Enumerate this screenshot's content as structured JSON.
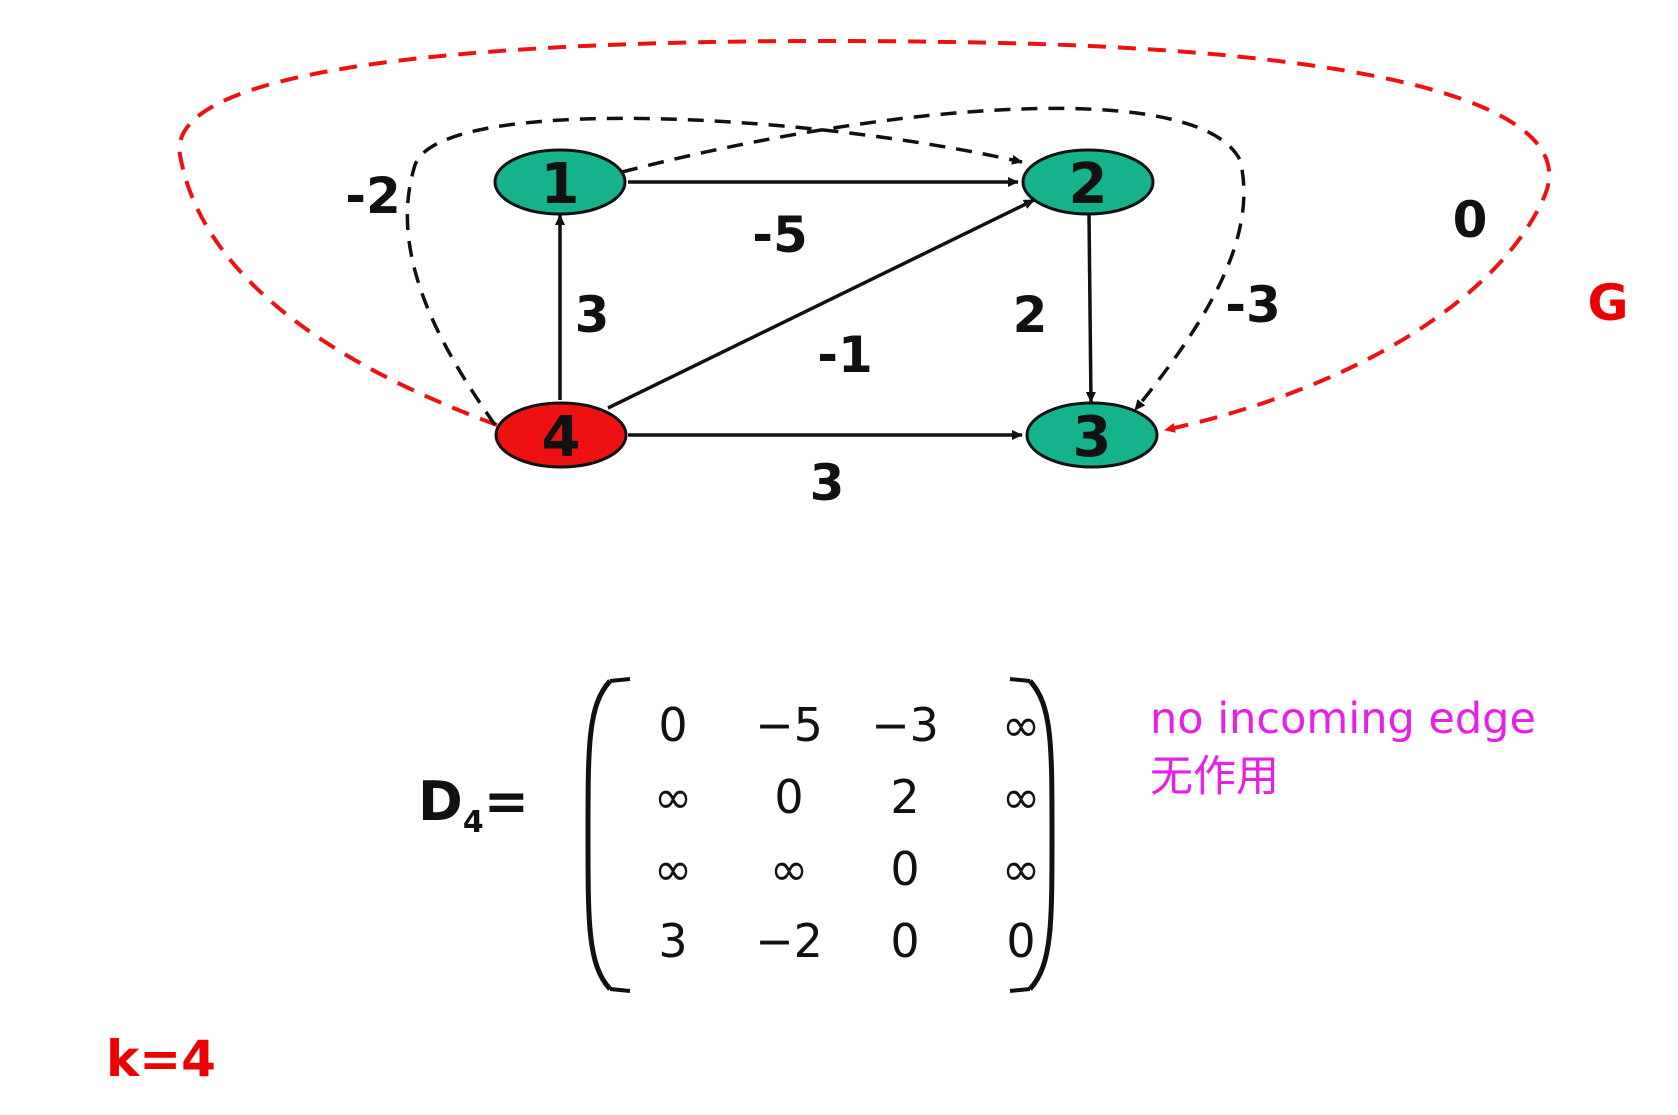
{
  "graph": {
    "title_label": "G",
    "nodes": [
      {
        "id": "1",
        "label": "1",
        "color": "#14b38c"
      },
      {
        "id": "2",
        "label": "2",
        "color": "#14b38c"
      },
      {
        "id": "3",
        "label": "3",
        "color": "#14b38c"
      },
      {
        "id": "4",
        "label": "4",
        "color": "#ee1111"
      }
    ],
    "edges": [
      {
        "from": "1",
        "to": "2",
        "weight": "-5",
        "style": "solid"
      },
      {
        "from": "4",
        "to": "1",
        "weight": "3",
        "style": "solid"
      },
      {
        "from": "4",
        "to": "2",
        "weight": "-1",
        "style": "solid"
      },
      {
        "from": "2",
        "to": "3",
        "weight": "2",
        "style": "solid"
      },
      {
        "from": "4",
        "to": "3",
        "weight": "3",
        "style": "solid"
      },
      {
        "from": "4",
        "to": "2",
        "weight": "-2",
        "style": "dashed",
        "color": "#111111"
      },
      {
        "from": "1",
        "to": "3",
        "weight": "-3",
        "style": "dashed",
        "color": "#111111"
      },
      {
        "from": "4",
        "to": "3",
        "weight": "0",
        "style": "dashed",
        "color": "#ee1111"
      }
    ]
  },
  "matrix": {
    "name": "D",
    "subscript": "4",
    "equals": "=",
    "rows": [
      [
        "0",
        "−5",
        "−3",
        "∞"
      ],
      [
        "∞",
        "0",
        "2",
        "∞"
      ],
      [
        "∞",
        "∞",
        "0",
        "∞"
      ],
      [
        "3",
        "−2",
        "0",
        "0"
      ]
    ]
  },
  "note": {
    "line1": "no incoming edge",
    "line2": "无作用"
  },
  "k_label": "k=4"
}
